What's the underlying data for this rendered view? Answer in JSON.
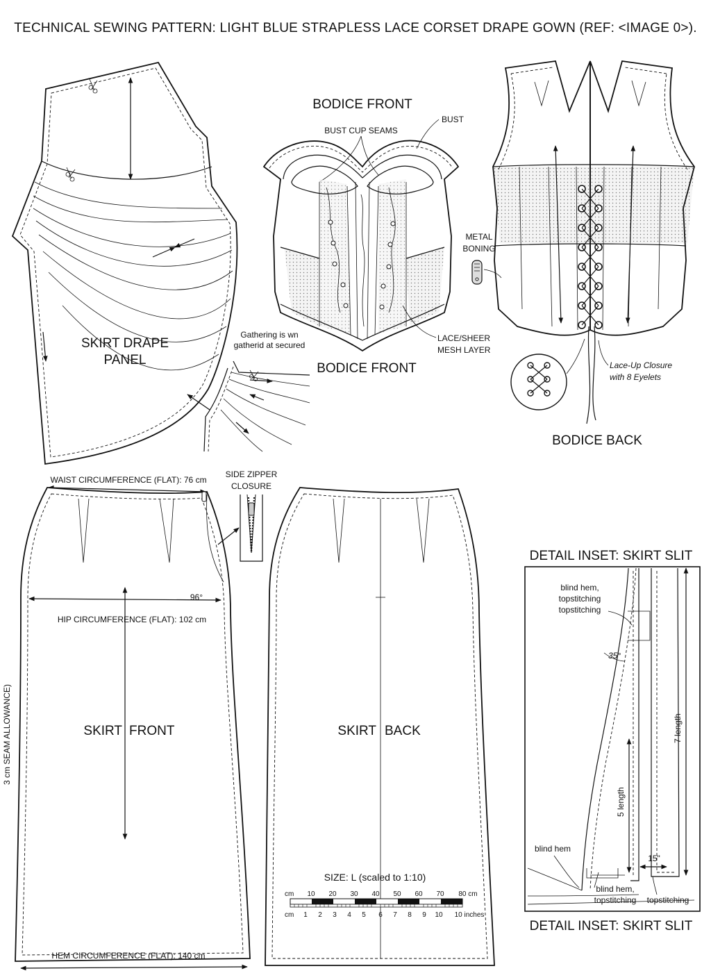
{
  "title": "TECHNICAL SEWING PATTERN: LIGHT BLUE STRAPLESS LACE CORSET DRAPE GOWN (REF: <IMAGE 0>).",
  "drape": {
    "label_line1": "SKIRT DRAPE",
    "label_line2": "PANEL",
    "gather_note_line1": "Gathering is wn",
    "gather_note_line2": "gatherid at secured"
  },
  "bodice_front": {
    "title": "BODICE FRONT",
    "title_bottom": "BODICE FRONT",
    "bust_cup_seams": "BUST CUP SEAMS",
    "bust": "BUST",
    "metal_boning_line1": "METAL",
    "metal_boning_line2": "BONING",
    "lace_line1": "LACE/SHEER",
    "lace_line2": "MESH LAYER"
  },
  "bodice_back": {
    "title": "BODICE BACK",
    "closure_line1": "Lace-Up Closure",
    "closure_line2": "with 8 Eyelets"
  },
  "skirt_front": {
    "label_a": "SKIRT",
    "label_b": "FRONT",
    "waist": "WAIST CIRCUMFERENCE (FLAT): 76 cm",
    "hip": "HIP CIRCUMFERENCE (FLAT): 102 cm",
    "hem": "HEM CIRCUMFERENCE (FLAT): 140 cm",
    "angle": "96°",
    "seam_allowance": "3 cm SEAM ALLOWANCE)",
    "zipper_line1": "SIDE ZIPPER",
    "zipper_line2": "CLOSURE"
  },
  "skirt_back": {
    "label_a": "SKIRT",
    "label_b": "BACK",
    "size": "SIZE: L (scaled to 1:10)",
    "cm_unit": "cm",
    "cm_ticks": [
      "10",
      "20",
      "30",
      "40",
      "50",
      "60",
      "70",
      "80 cm"
    ],
    "in_unit": "cm",
    "in_ticks": [
      "1",
      "2",
      "3",
      "4",
      "5",
      "6",
      "7",
      "8",
      "9",
      "10",
      "10 inches"
    ]
  },
  "slit": {
    "title_top": "DETAIL INSET: SKIRT SLIT",
    "title_bottom": "DETAIL INSET: SKIRT SLIT",
    "note_a1": "blind hem,",
    "note_a2": "topstitching",
    "note_a3": "topstitching",
    "angle": "35°",
    "len7": "7 length",
    "len5": "5 length",
    "blind_hem": "blind hem",
    "w15": "15\"",
    "note_b1": "blind hem,",
    "note_b2": "topstitching",
    "note_b3": "topstitching"
  }
}
